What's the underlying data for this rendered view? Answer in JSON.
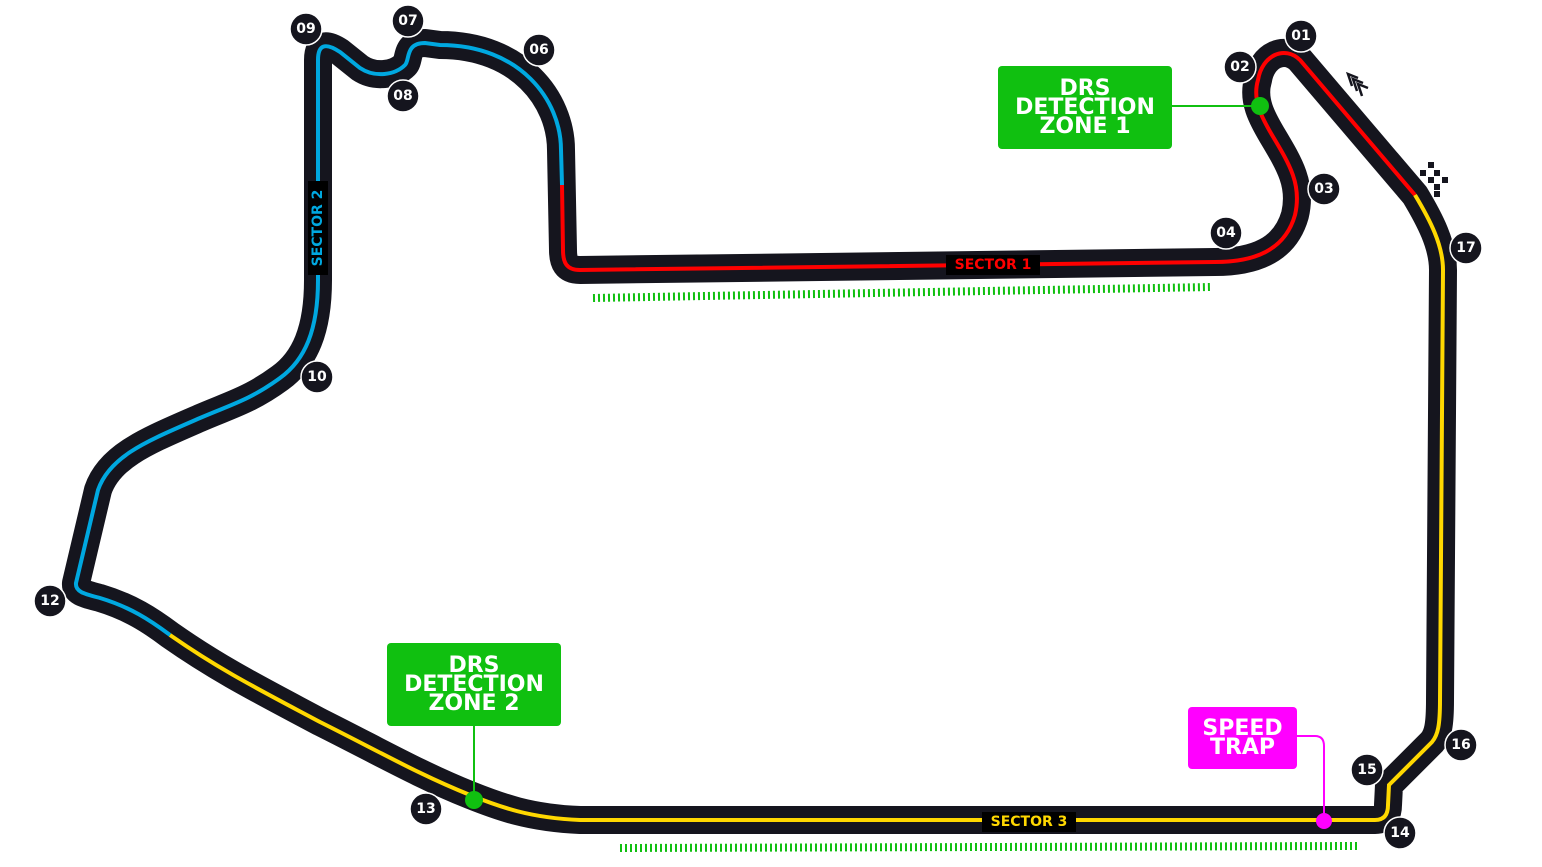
{
  "colors": {
    "track": "#15151e",
    "sector1": "#ff0000",
    "sector2": "#00a8e0",
    "sector3": "#ffd800",
    "drs": "#10c010",
    "speed_trap": "#ff00ff"
  },
  "sectors": {
    "s1": "SECTOR 1",
    "s2": "SECTOR 2",
    "s3": "SECTOR 3"
  },
  "turns": [
    "01",
    "02",
    "03",
    "04",
    "06",
    "07",
    "08",
    "09",
    "10",
    "12",
    "13",
    "14",
    "15",
    "16",
    "17"
  ],
  "drs_zone_1": {
    "line1": "DRS",
    "line2": "DETECTION",
    "line3": "ZONE 1"
  },
  "drs_zone_2": {
    "line1": "DRS",
    "line2": "DETECTION",
    "line3": "ZONE 2"
  },
  "speed_trap": {
    "line1": "SPEED",
    "line2": "TRAP"
  },
  "icons": [
    "direction-chevrons-icon",
    "chequered-flag-icon"
  ]
}
